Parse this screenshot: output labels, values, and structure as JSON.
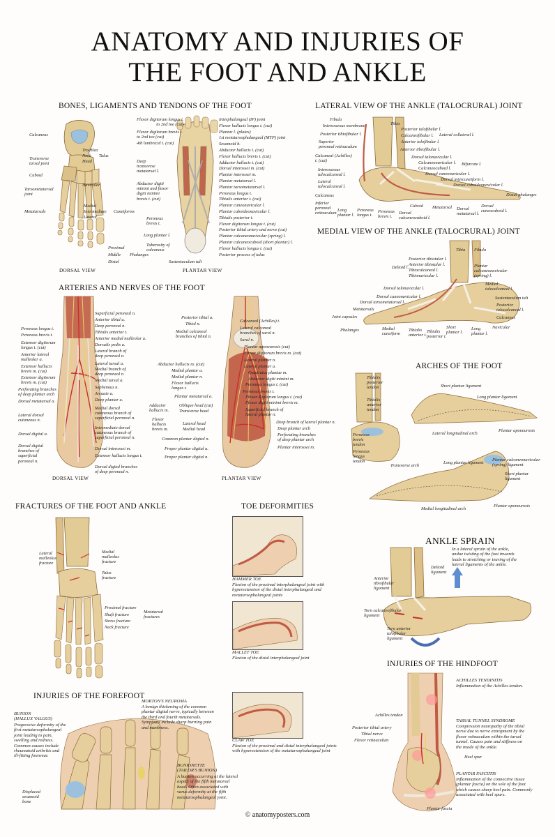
{
  "title_line1": "ANATOMY AND INJURIES OF",
  "title_line2": "THE FOOT AND ANKLE",
  "credit": "© anatomyposters.com",
  "sections": {
    "bones": "BONES, LIGAMENTS AND TENDONS OF THE FOOT",
    "lateral": "LATERAL VIEW OF THE ANKLE (TALOCRURAL) JOINT",
    "medial": "MEDIAL VIEW OF THE ANKLE (TALOCRURAL) JOINT",
    "arteries": "ARTERIES AND NERVES OF THE FOOT",
    "arches": "ARCHES OF THE FOOT",
    "fractures": "FRACTURES OF THE FOOT AND ANKLE",
    "toe": "TOE DEFORMITIES",
    "sprain": "ANKLE SPRAIN",
    "forefoot": "INJURIES OF THE FOREFOOT",
    "hindfoot": "INJURIES OF THE HINDFOOT"
  },
  "captions": {
    "dorsal1": "DORSAL VIEW",
    "plantar1": "PLANTAR VIEW",
    "dorsal2": "DORSAL VIEW",
    "plantar2": "PLANTAR VIEW"
  },
  "bones_labels": {
    "calcaneus": "Calcaneus",
    "trochlea": "Trochlea",
    "neck": "Neck",
    "head": "Head",
    "talus": "Talus",
    "transverse": "Transverse\ntarsal joint",
    "cuboid": "Cuboid",
    "navicular": "Navicular",
    "tarsometatarsal": "Tarsometatarsal\njoint",
    "medial": "Medial",
    "intermediate": "Intermediate",
    "lateral": "Lateral",
    "cuneiforms": "Cuneiforms",
    "metatarsals": "Metatarsals",
    "proximal": "Proximal",
    "middle": "Middle",
    "distal": "Distal",
    "phalanges": "Phalanges"
  },
  "plantar_labels_left": [
    "Flexor digitorum longus t.\nto 2nd toe (cut)",
    "Flexor digitorum brevis t.\nto 2nd toe (cut)",
    "4th lumbrical t. (cut)",
    "Deep\ntransverse\nmetatarsal l.",
    "Abductor digiti\nminimi and flexor\ndigiti minimi\nbrevis t. (cut)",
    "Peroneus\nbrevis t.",
    "Long plantar l.",
    "Tuberosity of\ncalcaneus",
    "Sustentaculum tali"
  ],
  "plantar_labels_right": [
    "Interphalangeal (IP) joint",
    "Flexor hallucis longus t. (cut)",
    "Plantar l. (plates)",
    "1st metatarsophalangeal (MTP) joint",
    "Sesamoid b.",
    "Abductor hallucis t. (cut)",
    "Flexor hallucis brevis t. (cut)",
    "Adductor hallucis t. (cut)",
    "Dorsal interossei m. (cut)",
    "Plantar interossei m.",
    "Plantar metatarsal l.",
    "Plantar tarsometatarsal l.",
    "Peroneus longus t.",
    "Tibialis anterior t. (cut)",
    "Plantar cuneonavicular l.",
    "Plantar cuboideonavicular l.",
    "Tibialis posterior t.",
    "Flexor digitorum longus t. (cut)",
    "Posterior tibial artery and nerve (cut)",
    "Plantar calcaneonavicular (spring) l.",
    "Plantar calcaneocuboid (short plantar) l.",
    "Flexor hallucis longus t. (cut)",
    "Posterior process of talus"
  ],
  "lateral_labels_left": [
    "Fibula",
    "Interosseous membrane",
    "Posterior tibiofibular l.",
    "Superior\nperoneal retinaculum",
    "Calcaneal (Achilles)\nt. (cut)",
    "Interosseous\ntalocalcaneal l.",
    "Lateral\ntalocalcaneal l.",
    "Calcaneus",
    "Inferior\nperoneal\nretinaculum"
  ],
  "lateral_labels_right": [
    "Tibia",
    "Posterior talofibular l.",
    "Calcaneofibular l.",
    "Anterior talofibular l.",
    "Lateral collateral l.",
    "Anterior tibiofibular l.",
    "Dorsal talonavicular l.",
    "Calcaneonavicular l.",
    "Calcaneocuboid l.",
    "Bifurcate l.",
    "Dorsal cuneonavicular l.",
    "Dorsal intercuneiform l.",
    "Dorsal cuboideonavicular l.",
    "Distal phalanges"
  ],
  "lateral_labels_bottom": [
    "Long\nplantar l.",
    "Peroneus\nlongus t.",
    "Peroneus\nbrevis t.",
    "Dorsal\ncalcaneocuboid l.",
    "Cuboid",
    "Metatarsal",
    "Dorsal\nmetatarsal l.",
    "Dorsal\ncuneocuboid l."
  ],
  "medial_labels_left": [
    "Deltoid l.",
    "Posterior tibiotalar l.",
    "Anterior tibiotalar l.",
    "Tibiocalcaneal l.",
    "Tibionavicular l.",
    "Dorsal talonavicular l.",
    "Dorsal cuneonavicular l.",
    "Dorsal tarsometatarsal l.",
    "Metatarsals",
    "Joint capsules",
    "Phalanges",
    "Medial\ncuneiform",
    "Tibialis\nanterior t.",
    "Tibialis\nposterior t.",
    "Short\nplantar l.",
    "Long\nplantar l."
  ],
  "medial_labels_right": [
    "Tibia",
    "Fibula",
    "Plantar\ncalcaneonavicular\n(spring) l.",
    "Medial\ntalocalcaneal l.",
    "Sustentaculum tali",
    "Posterior\ntalocalcaneal l.",
    "Calcaneus",
    "Navicular"
  ],
  "art_dorsal_left": [
    "Peroneus longus t.",
    "Peroneus brevis t.",
    "Extensor digitorum\nlongus t. (cut)",
    "Anterior lateral\nmalleolar a.",
    "Extensor hallucis\nbrevis m. (cut)",
    "Extensor digitorum\nbrevis m. (cut)",
    "Perforating branches\nof deep plantar arch",
    "Dorsal metatarsal a.",
    "Lateral dorsal\ncutaneous n.",
    "Dorsal digital a.",
    "Dorsal digital\nbranches of\nsuperficial\nperoneal n."
  ],
  "art_dorsal_right": [
    "Superficial peroneal n.",
    "Anterior tibial a.",
    "Deep peroneal n.",
    "Tibialis anterior t.",
    "Anterior medial malleolar a.",
    "Dorsalis pedis a.",
    "Lateral branch of\ndeep peroneal n.",
    "Lateral tarsal a.",
    "Medial branch of\ndeep peroneal n.",
    "Medial tarsal a.",
    "Saphenous n.",
    "Arcuate a.",
    "Deep plantar a.",
    "Medial dorsal\ncutaneous branch of\nsuperficial peroneal n.",
    "Intermediate dorsal\ncutaneous branch of\nsuperficial peroneal n.",
    "Dorsal interossei m.",
    "Extensor hallucis longus t.",
    "Dorsal digital branches\nof deep peroneal n."
  ],
  "art_plantar_left": [
    "Posterior tibial a.",
    "Tibial n.",
    "Medial calcaneal\nbranches of tibial n.",
    "Abductor hallucis m. (cut)",
    "Medial plantar a.",
    "Medial plantar n.",
    "Flexor hallucis\nlongus t.",
    "Plantar metatarsal a.",
    "Adductor\nhallucis m.",
    "Oblique head (cut)",
    "Transverse head",
    "Flexor\nhallucis\nbrevis m.",
    "Lateral head",
    "Medial head",
    "Common plantar digital n.",
    "Proper plantar digital a.",
    "Proper plantar digital n."
  ],
  "art_plantar_right": [
    "Calcaneal (Achilles) t.",
    "Lateral calcaneal\nbranches of sural n.",
    "Sural n.",
    "Plantar aponeurosis (cut)",
    "Flexor digitorum brevis m. (cut)",
    "Lateral plantar n.",
    "Lateral plantar a.",
    "Quadratus plantae m.",
    "Abductor digiti minimi m.",
    "Peroneus longus t. (cut)",
    "Peroneus brevis t.",
    "Flexor digitorum longus t. (cut)",
    "Flexor digiti minimi brevis m.",
    "Superficial branch of\nlateral plantar n.",
    "Deep branch of lateral plantar n.",
    "Deep plantar arch",
    "Perforating branches\nof deep plantar arch",
    "Plantar interossei m."
  ],
  "arches_labels": [
    "Tibialis\nposterior\ntendon",
    "Tibialis\nanterior\ntendon",
    "Short plantar ligament",
    "Long plantar ligament",
    "Lateral longitudinal arch",
    "Plantar aponeurosis",
    "Peroneus\nbrevis\ntendon",
    "Peroneus\nlongus\ntendon",
    "Transverse arch",
    "Long plantar ligament",
    "Plantar calcaneonavicular\n(spring) ligament",
    "Short plantar\nligament",
    "Medial longitudinal arch",
    "Plantar aponeurosis"
  ],
  "fracture_labels": [
    "Lateral\nmalleolus\nfracture",
    "Medial\nmalleolus\nfracture",
    "Talus\nfracture",
    "Proximal fracture",
    "Shaft fracture",
    "Stress fracture",
    "Neck fracture",
    "Metatarsal\nfractures"
  ],
  "toe": {
    "hammer_title": "HAMMER TOE",
    "hammer_desc": "Flexion of the proximal interphalangeal joint with\nhyperextension of the distal interphalangeal and\nmetatarsophalangeal joints",
    "mallet_title": "MALLET TOE",
    "mallet_desc": "Flexion of the distal interphalangeal joint",
    "claw_title": "CLAW TOE",
    "claw_desc": "Flexion of the proximal and distal interphalangeal joints\nwith hyperextension of the metatarsophalangeal joint"
  },
  "sprain": {
    "desc": "In a lateral sprain of the ankle,\nundue twisting of the foot inwards\nleads to stretching or tearing of the\nlateral ligaments of the ankle.",
    "labels": [
      "Deltoid\nligament",
      "Anterior\ntibiofibular\nligament",
      "Torn calcaneofibular\nligament",
      "Torn anterior\ntalofibular\nligament"
    ]
  },
  "forefoot": {
    "bunion_title": "BUNION\n(HALLUX VALGUS)",
    "bunion_desc": "Progressive deformity of the\nfirst metatarsophalangeal\njoint leading to pain,\nswelling and redness.\nCommon causes include\nrheumatoid arthritis and\nill-fitting footwear.",
    "displaced": "Displaced\nsesamoid\nbone",
    "morton_title": "MORTON'S NEUROMA",
    "morton_desc": "A benign thickening of the common\nplantar digital nerve, typically between\nthe third and fourth metatarsals.\nSymptoms include sharp burning pain\nand numbness.",
    "bunionette_title": "BUNIONETTE\n(TAILOR'S BUNION)",
    "bunionette_desc": "A bunion occurring at the lateral\naspect of the fifth metatarsal\nhead. Often associated with\nvarus deformity at the fifth\nmetatarsophalangeal joint."
  },
  "hindfoot": {
    "achilles_title": "ACHILLES TENDINITIS",
    "achilles_desc": "Inflammation of the Achilles tendon.",
    "tarsal_title": "TARSAL TUNNEL SYNDROME",
    "tarsal_desc": "Compression neuropathy of the tibial\nnerve due to nerve entrapment by the\nflexor retinaculum within the tarsal\ntunnel. Causes pain and stiffness on\nthe inside of the ankle.",
    "spur": "Heel spur",
    "pf_title": "PLANTAR FASCIITIS",
    "pf_desc": "Inflammation of the connective tissue\n(plantar fascia) on the sole of the foot\nwhich causes sharp heel pain. Commonly\nassociated with heel spurs.",
    "labels": [
      "Achilles tendon",
      "Posterior tibial artery",
      "Tibial nerve",
      "Flexor retinaculum",
      "Plantar fascia"
    ]
  },
  "colors": {
    "bone": "#e3cb95",
    "bone_dark": "#b3935a",
    "muscle": "#c05a45",
    "ligament": "#eeeae0",
    "artery": "#c8302a",
    "nerve": "#e7d36a",
    "skin": "#eecfb0",
    "cartilage": "#9cc1df"
  }
}
